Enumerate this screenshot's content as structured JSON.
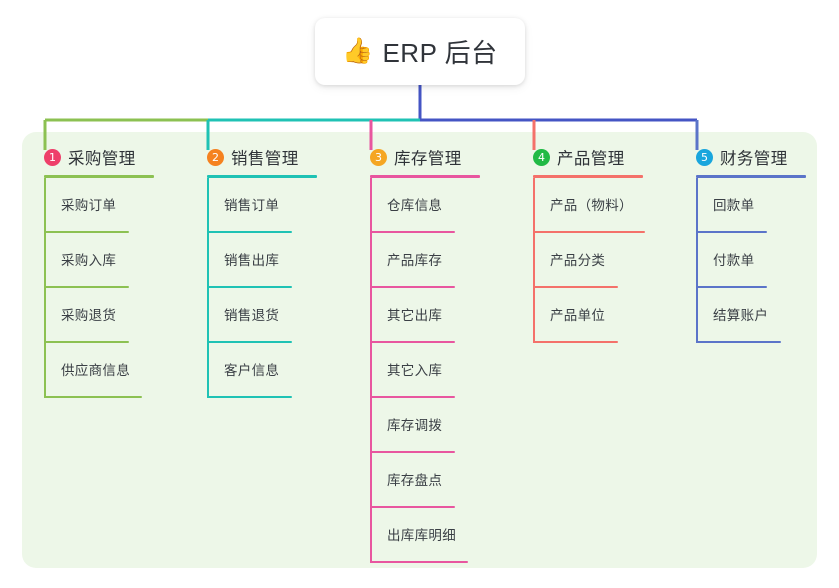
{
  "root": {
    "icon": "thumbs-up-icon",
    "emoji": "👍",
    "title": "ERP 后台"
  },
  "theme": {
    "panel_bg": "#edf7e8",
    "card_bg": "#ffffff",
    "text": "#3a3f45",
    "root_stem": "#4555c4"
  },
  "columns": [
    {
      "number": "1",
      "title": "采购管理",
      "badge_color": "#ee3f6a",
      "line_color": "#8cc152",
      "leaves": [
        {
          "label": "采购订单"
        },
        {
          "label": "采购入库"
        },
        {
          "label": "采购退货"
        },
        {
          "label": "供应商信息"
        }
      ]
    },
    {
      "number": "2",
      "title": "销售管理",
      "badge_color": "#f58220",
      "line_color": "#1fc2b4",
      "leaves": [
        {
          "label": "销售订单"
        },
        {
          "label": "销售出库"
        },
        {
          "label": "销售退货"
        },
        {
          "label": "客户信息"
        }
      ]
    },
    {
      "number": "3",
      "title": "库存管理",
      "badge_color": "#f5a623",
      "line_color": "#e8569f",
      "leaves": [
        {
          "label": "仓库信息"
        },
        {
          "label": "产品库存"
        },
        {
          "label": "其它出库"
        },
        {
          "label": "其它入库"
        },
        {
          "label": "库存调拨"
        },
        {
          "label": "库存盘点"
        },
        {
          "label": "出库库明细"
        }
      ]
    },
    {
      "number": "4",
      "title": "产品管理",
      "badge_color": "#21ba45",
      "line_color": "#f4716a",
      "leaves": [
        {
          "label": "产品（物料）"
        },
        {
          "label": "产品分类"
        },
        {
          "label": "产品单位"
        }
      ]
    },
    {
      "number": "5",
      "title": "财务管理",
      "badge_color": "#19a6dd",
      "line_color": "#5b74c9",
      "leaves": [
        {
          "label": "回款单"
        },
        {
          "label": "付款单"
        },
        {
          "label": "结算账户"
        }
      ]
    }
  ]
}
